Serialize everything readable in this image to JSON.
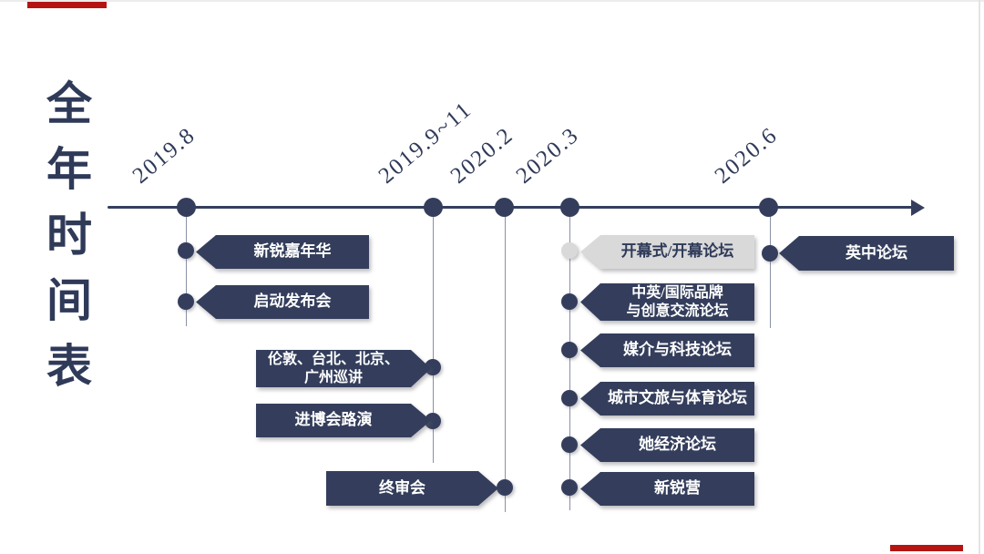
{
  "slide": {
    "background": "#ffffff",
    "accent_red": "#b41412",
    "navy": "#343e5c",
    "gray_banner_color": "#d9d9d9"
  },
  "title": {
    "text": "全年时间表",
    "chars": [
      "全",
      "年",
      "时",
      "间",
      "表"
    ]
  },
  "timeline": {
    "milestones": [
      {
        "date": "2019.8"
      },
      {
        "date": "2019.9~11"
      },
      {
        "date": "2020.2"
      },
      {
        "date": "2020.3"
      },
      {
        "date": "2020.6"
      }
    ]
  },
  "events": [
    {
      "label": "新锐嘉年华"
    },
    {
      "label": "启动发布会"
    },
    {
      "label": "伦敦、台北、北京、\n广州巡讲"
    },
    {
      "label": "进博会路演"
    },
    {
      "label": "终审会"
    },
    {
      "label": "开幕式/开幕论坛"
    },
    {
      "label": "中英/国际品牌\n与创意交流论坛"
    },
    {
      "label": "媒介与科技论坛"
    },
    {
      "label": "城市文旅与体育论坛"
    },
    {
      "label": "她经济论坛"
    },
    {
      "label": "新锐营"
    },
    {
      "label": "英中论坛"
    }
  ]
}
